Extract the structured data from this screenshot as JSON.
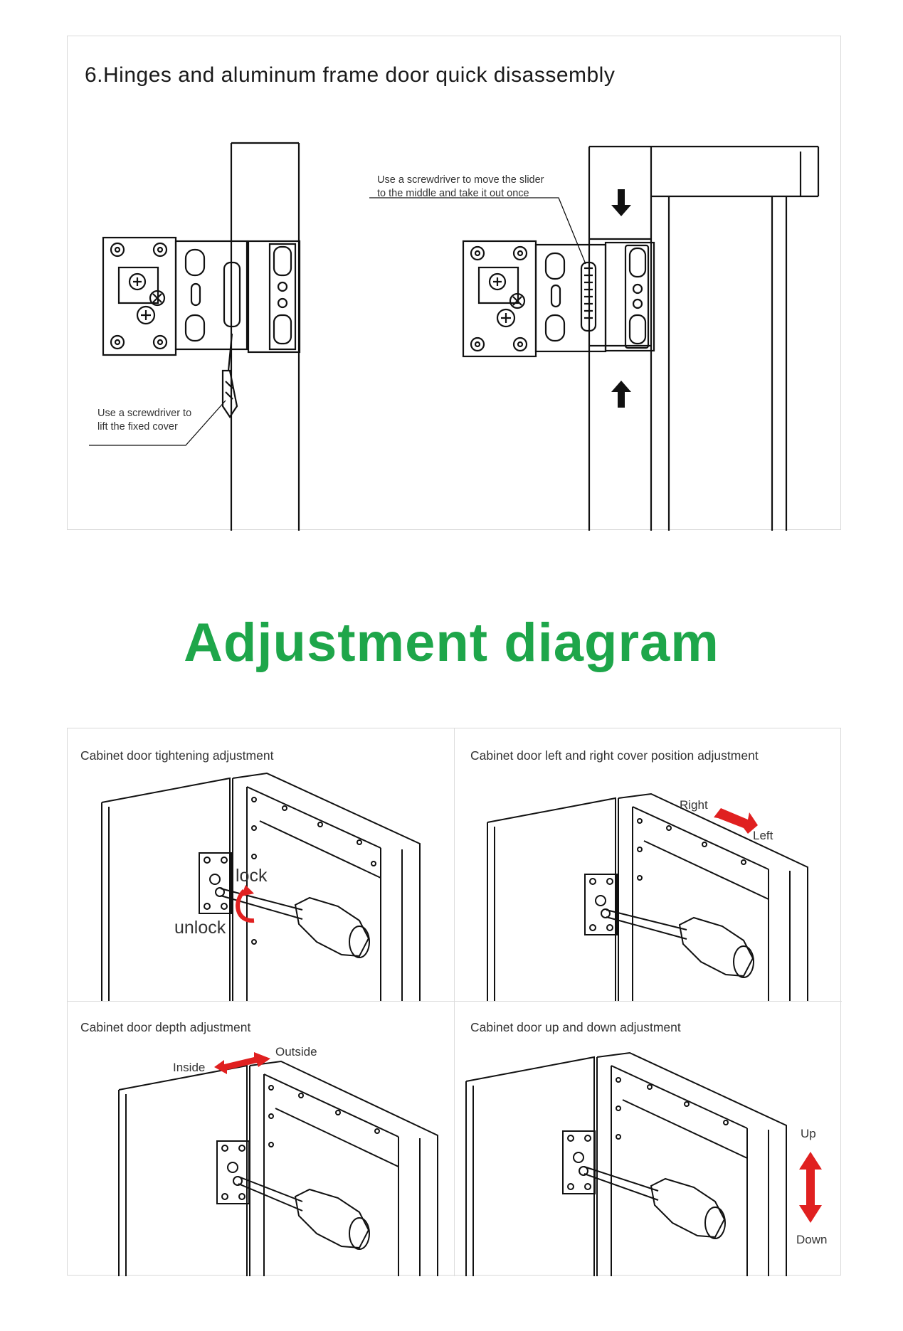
{
  "section6": {
    "title": "6.Hinges and aluminum frame door quick disassembly",
    "note_left_line1": "Use a screwdriver to",
    "note_left_line2": "lift the fixed cover",
    "note_right_line1": "Use a screwdriver to move the slider",
    "note_right_line2": "to the middle and take it out once"
  },
  "adjustment": {
    "title": "Adjustment diagram",
    "color": "#1ea64a",
    "arrow_color": "#e02020",
    "cells": [
      {
        "title": "Cabinet door tightening adjustment",
        "label_a": "lock",
        "label_b": "unlock"
      },
      {
        "title": "Cabinet door left and right cover position adjustment",
        "label_a": "Right",
        "label_b": "Left"
      },
      {
        "title": "Cabinet door depth adjustment",
        "label_a": "Outside",
        "label_b": "Inside"
      },
      {
        "title": "Cabinet door up and down adjustment",
        "label_a": "Up",
        "label_b": "Down"
      }
    ]
  }
}
